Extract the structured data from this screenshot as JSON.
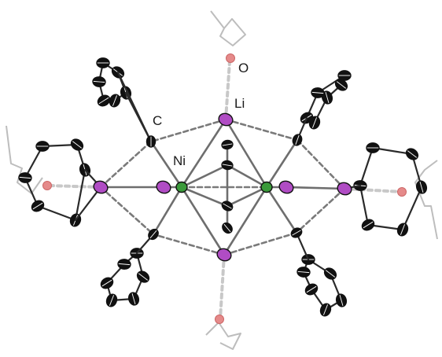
{
  "labels": {
    "oxygen": "O",
    "lithium": "Li",
    "carbon": "C",
    "nickel": "Ni"
  },
  "colors": {
    "carbon": "#111111",
    "lithium": "#b04cc4",
    "nickel": "#3a9a3a",
    "oxygen": "#e58a8a",
    "bond": "#6e6e6e",
    "contact": "#7a7a7a",
    "thf": "#bdbdbd",
    "li_o_contact": "#c8c8c8"
  }
}
